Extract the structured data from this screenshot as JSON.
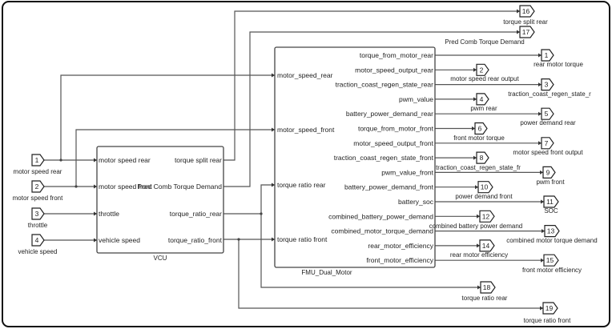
{
  "diagram": {
    "type": "simulink-model",
    "blocks": {
      "vcu": {
        "name": "VCU",
        "inputs": [
          "motor speed rear",
          "motor speed front",
          "throttle",
          "vehicle speed"
        ],
        "outputs": [
          "torque split rear",
          "Pred Comb Torque Demand",
          "torque_ratio_rear",
          "torque_ratio_front"
        ]
      },
      "fmu": {
        "name": "FMU_Dual_Motor",
        "inputs": [
          "motor_speed_rear",
          "motor_speed_front",
          "torque ratio rear",
          "torque ratio front"
        ],
        "outputs": [
          "torque_from_motor_rear",
          "motor_speed_output_rear",
          "traction_coast_regen_state_rear",
          "pwm_value",
          "battery_power_demand_rear",
          "torque_from_motor_front",
          "motor_speed_output_front",
          "traction_coast_regen_state_front",
          "pwm_value_front",
          "battery_power_demand_front",
          "battery_soc",
          "combined_battery_power_demand",
          "combined_motor_torque_demand",
          "rear_motor_efficiency",
          "front_motor_efficiency"
        ]
      }
    },
    "inports": [
      {
        "num": "1",
        "label": "motor speed rear"
      },
      {
        "num": "2",
        "label": "motor speed front"
      },
      {
        "num": "3",
        "label": "throttle"
      },
      {
        "num": "4",
        "label": "vehicle speed"
      }
    ],
    "outports": [
      {
        "num": "1",
        "label": "rear motor torque"
      },
      {
        "num": "2",
        "label": "motor speed rear output"
      },
      {
        "num": "3",
        "label": "traction_coast_regen_state_r"
      },
      {
        "num": "4",
        "label": "pwm rear"
      },
      {
        "num": "5",
        "label": "power demand rear"
      },
      {
        "num": "6",
        "label": "front motor torque"
      },
      {
        "num": "7",
        "label": "motor speed front output"
      },
      {
        "num": "8",
        "label": "traction_coast_regen_state_fr"
      },
      {
        "num": "9",
        "label": "pwm front"
      },
      {
        "num": "10",
        "label": "power demand front"
      },
      {
        "num": "11",
        "label": "SOC"
      },
      {
        "num": "12",
        "label": "combined battery power demand"
      },
      {
        "num": "13",
        "label": "combined motor torque demand"
      },
      {
        "num": "14",
        "label": "rear motor efficiency"
      },
      {
        "num": "15",
        "label": "front motor efficiency"
      },
      {
        "num": "16",
        "label": "torque split rear"
      },
      {
        "num": "17",
        "label": "Pred Comb Torque Demand"
      },
      {
        "num": "18",
        "label": "torque ratio rear"
      },
      {
        "num": "19",
        "label": "torque ratio front"
      }
    ]
  }
}
